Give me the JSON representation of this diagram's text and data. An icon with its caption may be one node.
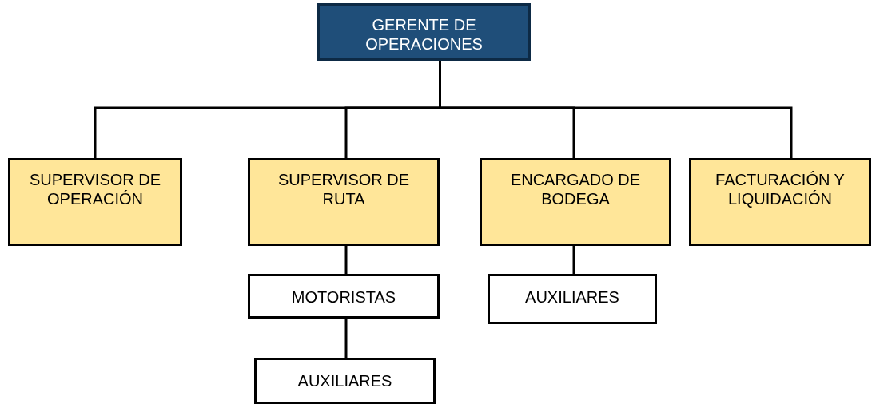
{
  "diagram": {
    "nodes": [
      {
        "text": [
          "GERENTE DE OPERACIONES"
        ]
      },
      {
        "text": [
          "SUPERVISOR DE OPERACIÓN"
        ]
      },
      {
        "text": [
          "SUPERVISOR DE RUTA"
        ]
      },
      {
        "text": [
          "ENCARGADO DE BODEGA"
        ]
      },
      {
        "text": [
          "FACTURACIÓN Y LIQUIDACIÓN"
        ]
      },
      {
        "text": [
          "MOTORISTAS"
        ]
      },
      {
        "text": [
          "AUXILIARES"
        ]
      },
      {
        "text": [
          "AUXILIARES"
        ]
      }
    ],
    "edges": [
      {
        "from": 0,
        "to": 1,
        "arrow": "none"
      },
      {
        "from": 0,
        "to": 2,
        "arrow": "none"
      },
      {
        "from": 0,
        "to": 3,
        "arrow": "none"
      },
      {
        "from": 0,
        "to": 4,
        "arrow": "none"
      },
      {
        "from": 2,
        "to": 5,
        "arrow": "none"
      },
      {
        "from": 3,
        "to": 6,
        "arrow": "none"
      },
      {
        "from": 5,
        "to": 7,
        "arrow": "none"
      }
    ]
  }
}
